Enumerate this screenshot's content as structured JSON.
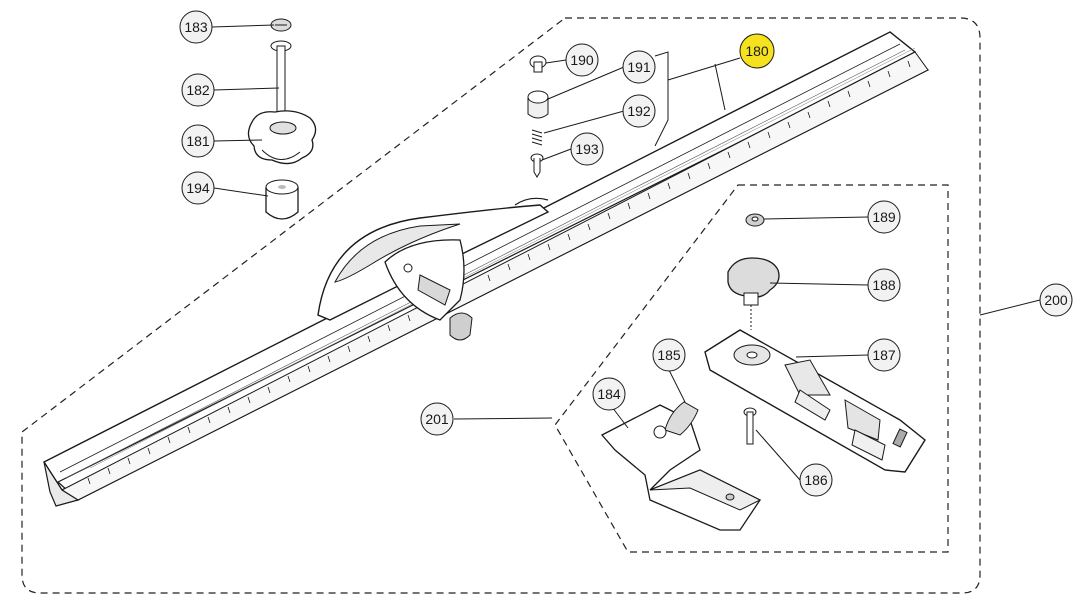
{
  "diagram": {
    "labels": {
      "p180": "180",
      "p181": "181",
      "p182": "182",
      "p183": "183",
      "p184": "184",
      "p185": "185",
      "p186": "186",
      "p187": "187",
      "p188": "188",
      "p189": "189",
      "p190": "190",
      "p191": "191",
      "p192": "192",
      "p193": "193",
      "p194": "194",
      "p200": "200",
      "p201": "201"
    },
    "highlighted_part": "180",
    "colors": {
      "highlight": "#f5e11e",
      "line": "#1a1a1a",
      "bubble_fill": "#f2f2f2"
    }
  }
}
